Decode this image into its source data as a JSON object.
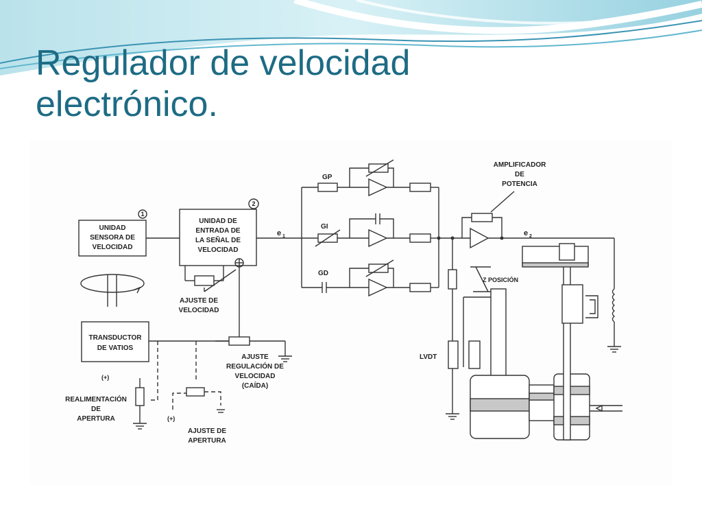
{
  "slide": {
    "title_line1": "Regulador de velocidad",
    "title_line2": "electrónico."
  },
  "diagram": {
    "labels": {
      "unidad_sensora": [
        "UNIDAD",
        "SENSORA DE",
        "VELOCIDAD"
      ],
      "unidad_entrada": [
        "UNIDAD DE",
        "ENTRADA DE",
        "LA SEÑAL DE",
        "VELOCIDAD"
      ],
      "marker_1": "1",
      "marker_2": "2",
      "e1": "e",
      "e1_sub": "1",
      "e2": "e",
      "e2_sub": "2",
      "gp": "GP",
      "gi": "GI",
      "gd": "GD",
      "amplificador": [
        "AMPLIFICADOR",
        "DE",
        "POTENCIA"
      ],
      "ajuste_velocidad": [
        "AJUSTE DE",
        "VELOCIDAD"
      ],
      "transductor": [
        "TRANSDUCTOR",
        "DE VATIOS"
      ],
      "ajuste_regulacion": [
        "AJUSTE",
        "REGULACIÓN DE",
        "VELOCIDAD",
        "(CAÍDA)"
      ],
      "realimentacion": [
        "REALIMENTACIÓN",
        "DE",
        "APERTURA"
      ],
      "plus_1": "(+)",
      "plus_2": "(+)",
      "ajuste_apertura": [
        "AJUSTE DE",
        "APERTURA"
      ],
      "z_posicion": "Z POSICIÓN",
      "lvdt": "LVDT"
    }
  },
  "colors": {
    "title": "#1d6b84",
    "banner_light": "#bfe6ee",
    "banner_mid": "#6fc3d6",
    "banner_dark": "#2f8fb0"
  }
}
